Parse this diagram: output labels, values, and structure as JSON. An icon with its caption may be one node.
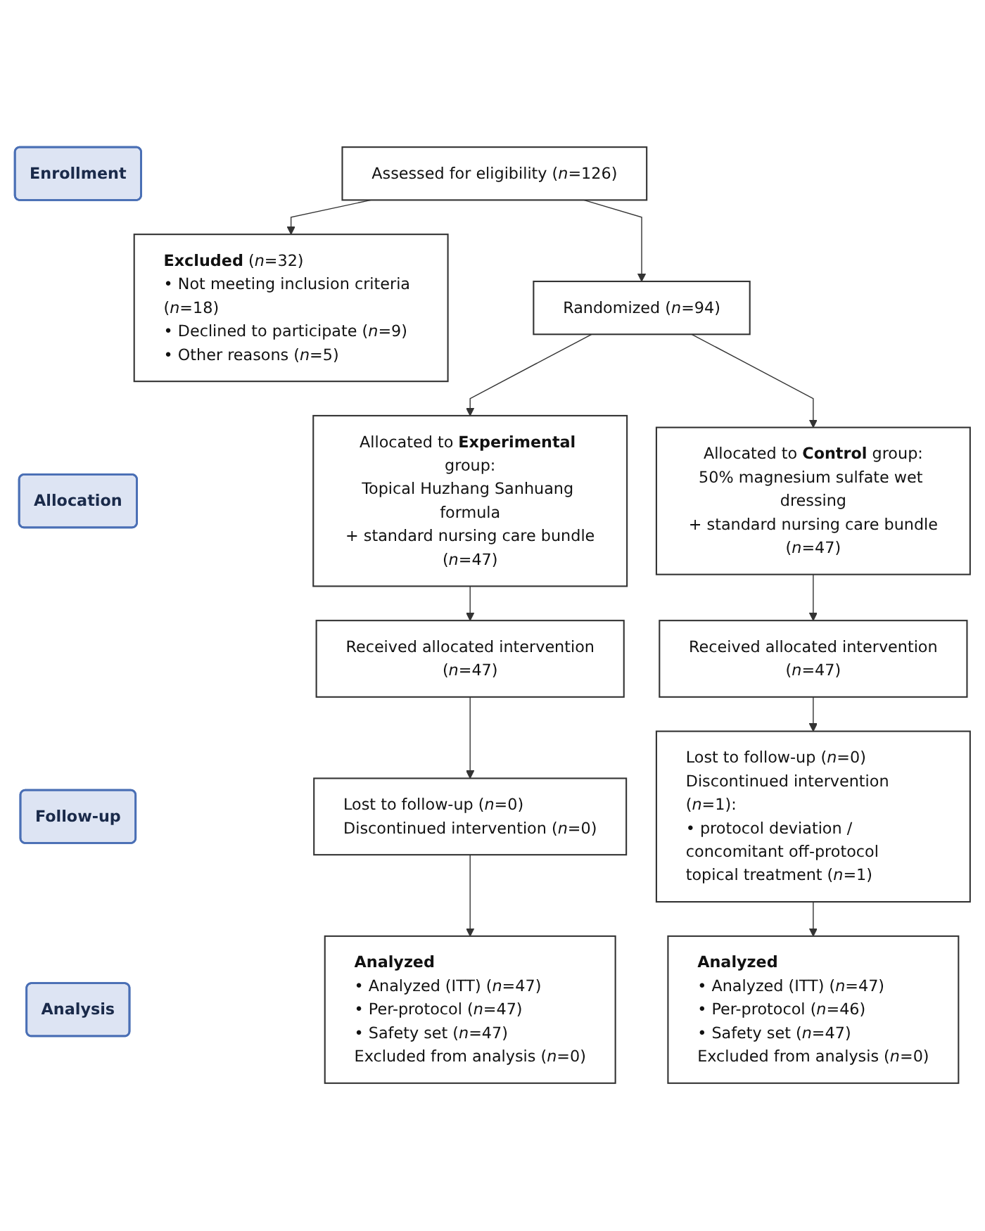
{
  "diagram": {
    "nodes": [
      {
        "text": [
          "Enrollment"
        ]
      },
      {
        "text": [
          "Assessed for eligibility (*n*=126)"
        ]
      },
      {
        "text": [
          "**Excluded** (*n*=32)",
          "• Not meeting inclusion criteria (*n*=18)",
          "• Declined to participate (*n*=9)",
          "• Other reasons (*n*=5)"
        ]
      },
      {
        "text": [
          "Randomized (*n*=94)"
        ]
      },
      {
        "text": [
          "Allocation"
        ]
      },
      {
        "text": [
          "Allocated to **Experimental** group:",
          "Topical Huzhang Sanhuang formula",
          "+ standard nursing care bundle",
          "(*n*=47)"
        ]
      },
      {
        "text": [
          "Allocated to **Control** group:",
          "50% magnesium sulfate wet dressing",
          "+ standard nursing care bundle",
          "(*n*=47)"
        ]
      },
      {
        "text": [
          "Received allocated intervention",
          "(*n*=47)"
        ]
      },
      {
        "text": [
          "Received allocated intervention",
          "(*n*=47)"
        ]
      },
      {
        "text": [
          "Follow-up"
        ]
      },
      {
        "text": [
          "Lost to follow-up (*n*=0)",
          "Discontinued intervention (*n*=0)"
        ]
      },
      {
        "text": [
          "Lost to follow-up (*n*=0)",
          "Discontinued intervention (*n*=1):",
          "• protocol deviation / concomitant off-protocol topical treatment (*n*=1)"
        ]
      },
      {
        "text": [
          "Analysis"
        ]
      },
      {
        "text": [
          "Analyzed",
          "• Analyzed (ITT) (*n*=47)",
          "• Per-protocol (*n*=47)",
          "• Safety set (*n*=47)",
          "Excluded from analysis (*n*=0)"
        ]
      },
      {
        "text": [
          "Analyzed",
          "• Analyzed (ITT) (*n*=47)",
          "• Per-protocol (*n*=46)",
          "• Safety set (*n*=47)",
          "Excluded from analysis (*n*=0)"
        ]
      }
    ],
    "edges": [
      {
        "from": 1,
        "to": 2,
        "arrow": "to"
      },
      {
        "from": 1,
        "to": 3,
        "arrow": "to"
      },
      {
        "from": 3,
        "to": 5,
        "arrow": "to"
      },
      {
        "from": 3,
        "to": 6,
        "arrow": "to"
      },
      {
        "from": 5,
        "to": 7,
        "arrow": "to"
      },
      {
        "from": 6,
        "to": 8,
        "arrow": "to"
      },
      {
        "from": 7,
        "to": 10,
        "arrow": "to"
      },
      {
        "from": 8,
        "to": 11,
        "arrow": "to"
      },
      {
        "from": 10,
        "to": 13,
        "arrow": "to"
      },
      {
        "from": 11,
        "to": 14,
        "arrow": "to"
      }
    ]
  }
}
